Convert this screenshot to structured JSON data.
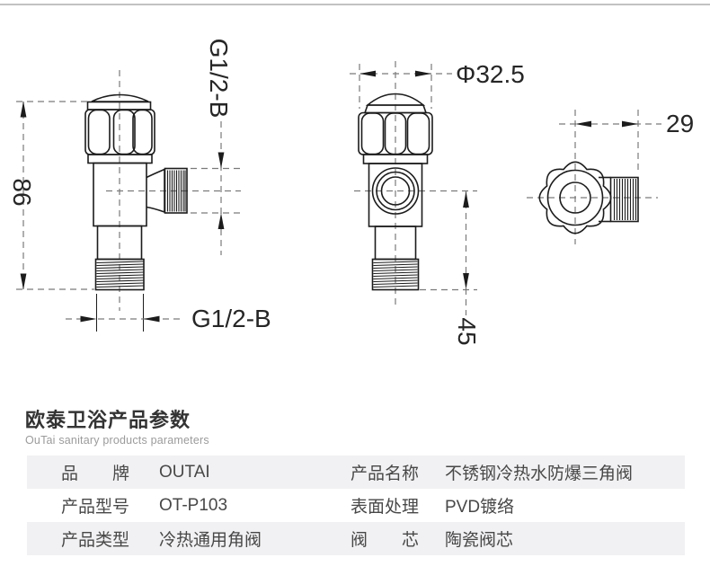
{
  "page": {
    "top_rule_color": "#c2c2c2",
    "line_color": "#1c1c1c",
    "dash_color": "#7a7a7a",
    "row_alt_color": "#f1f1f3"
  },
  "drawing": {
    "front_view": {
      "height_dim": "86",
      "outlet_thread_dim": "G1/2-B",
      "bottom_thread_dim": "G1/2-B"
    },
    "side_view": {
      "handle_diameter_dim": "Φ32.5",
      "outlet_height_dim": "45"
    },
    "top_view": {
      "outlet_length_dim": "29"
    }
  },
  "parameters_section": {
    "title": "欧泰卫浴产品参数",
    "subtitle": "OuTai sanitary products parameters",
    "table": {
      "rows": [
        {
          "label1": "品　　牌",
          "value1": "OUTAI",
          "label2": "产品名称",
          "value2": "不锈钢冷热水防爆三角阀"
        },
        {
          "label1": "产品型号",
          "value1": "OT-P103",
          "label2": "表面处理",
          "value2": "PVD镀络"
        },
        {
          "label1": "产品类型",
          "value1": "冷热通用角阀",
          "label2": "阀　　芯",
          "value2": "陶瓷阀芯"
        }
      ]
    }
  }
}
